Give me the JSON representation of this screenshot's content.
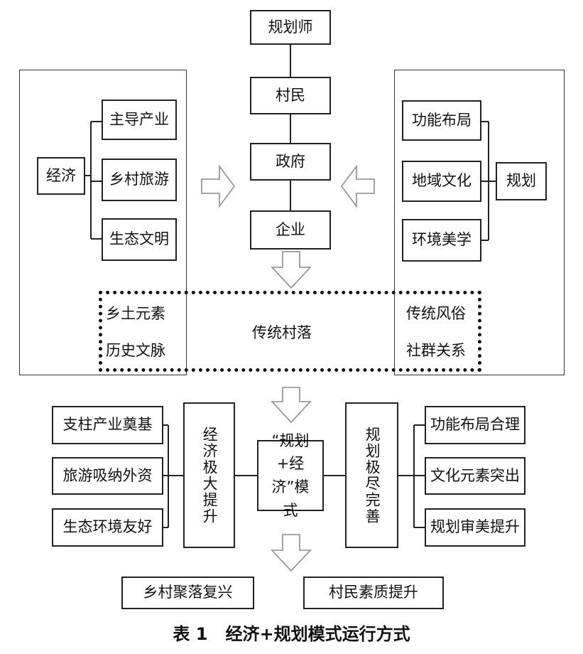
{
  "center": {
    "planner": "规划师",
    "villagers": "村民",
    "government": "政府",
    "enterprise": "企业"
  },
  "economy": {
    "label": "经济",
    "items": [
      "主导产业",
      "乡村旅游",
      "生态文明"
    ]
  },
  "planning": {
    "label": "规划",
    "items": [
      "功能布局",
      "地域文化",
      "环境美学"
    ]
  },
  "village": {
    "center": "传统村落",
    "left": [
      "乡土元素",
      "历史文脉"
    ],
    "right": [
      "传统风俗",
      "社群关系"
    ]
  },
  "bottom": {
    "economy_results": [
      "支柱产业奠基",
      "旅游吸纳外资",
      "生态环境友好"
    ],
    "economy_summary": "经济极大提升",
    "model": "“规划+经济”模式",
    "planning_summary": "规划极尽完善",
    "planning_results": [
      "功能布局合理",
      "文化元素突出",
      "规划审美提升"
    ]
  },
  "outcomes": [
    "乡村聚落复兴",
    "村民素质提升"
  ],
  "caption": "表 1   经济+规划模式运行方式"
}
